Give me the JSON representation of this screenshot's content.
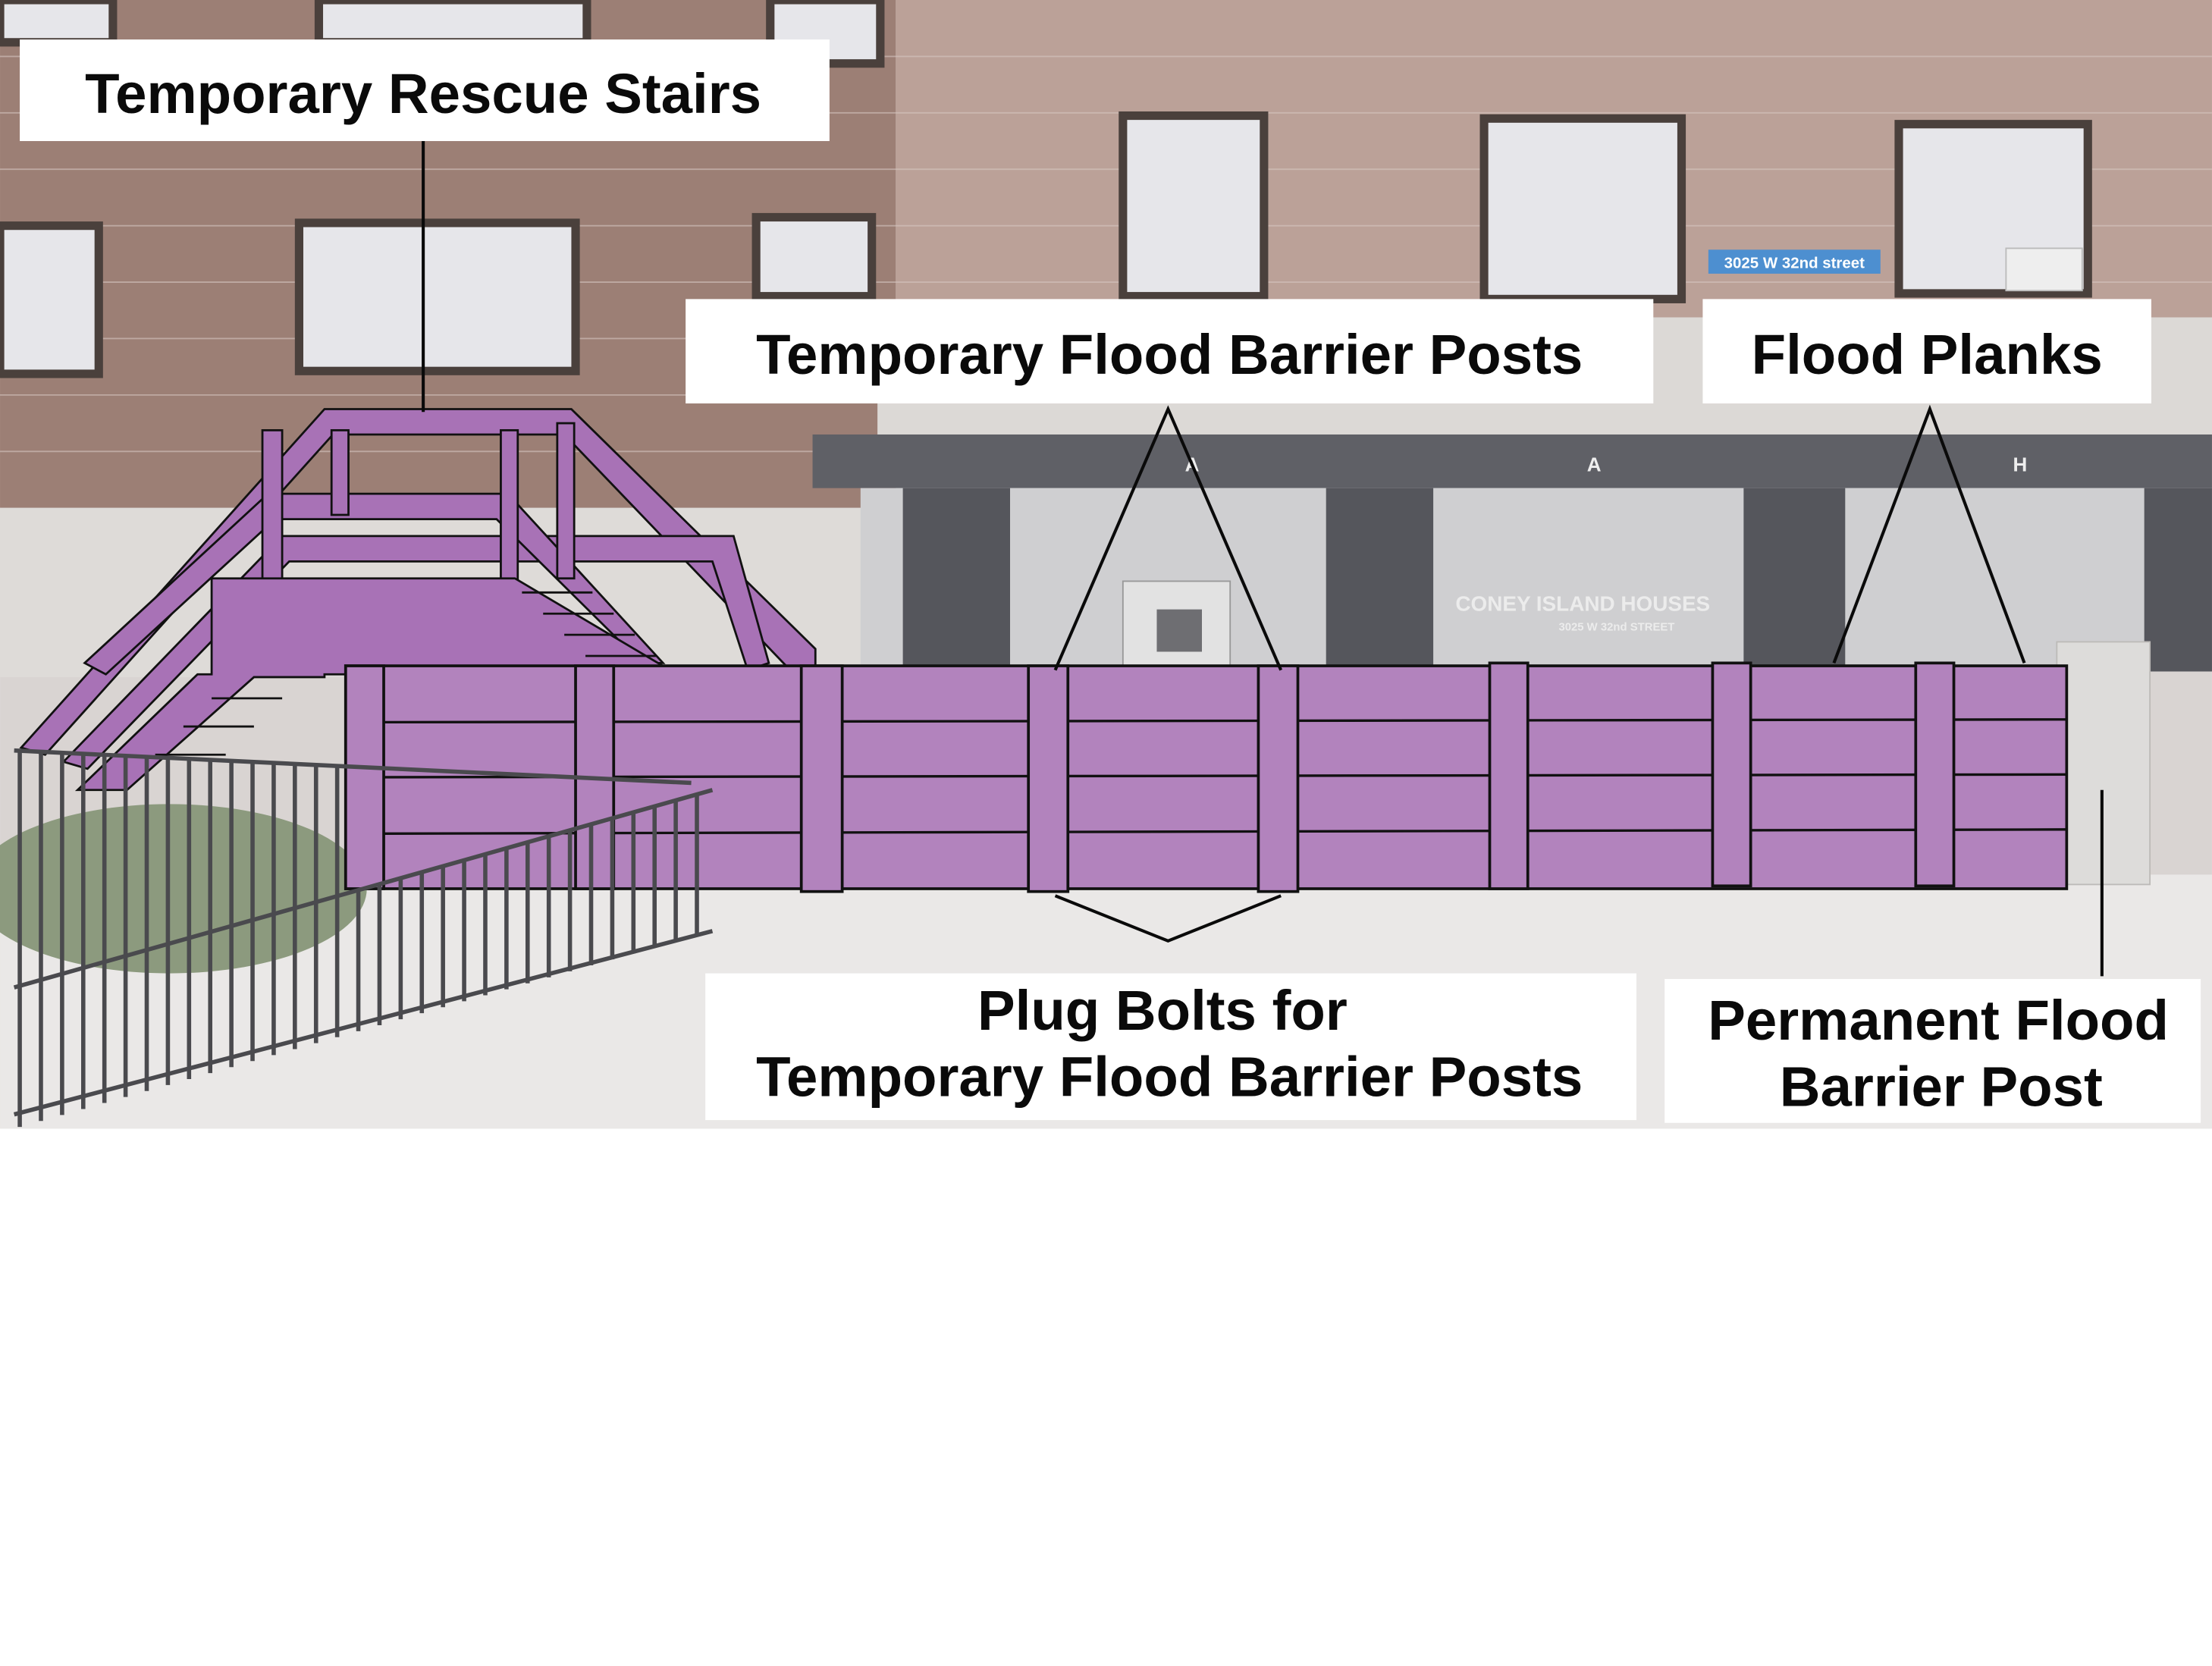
{
  "labels": {
    "rescue_stairs": "Temporary Rescue Stairs",
    "barrier_posts": "Temporary Flood Barrier Posts",
    "flood_planks": "Flood Planks",
    "plug_bolts_line1": "Plug Bolts for",
    "plug_bolts_line2": "Temporary Flood Barrier Posts",
    "permanent_post_line1": "Permanent Flood",
    "permanent_post_line2": "Barrier Post"
  },
  "photo_text": {
    "street_sign": "3025 W 32nd street",
    "window_sign": "CONEY ISLAND HOUSES",
    "window_address": "3025 W 32nd STREET",
    "awning_letters": [
      "A",
      "A",
      "H"
    ]
  },
  "colors": {
    "barrier_fill": "#b283bd",
    "stairs_fill": "#a872b6",
    "outline": "#111111"
  }
}
